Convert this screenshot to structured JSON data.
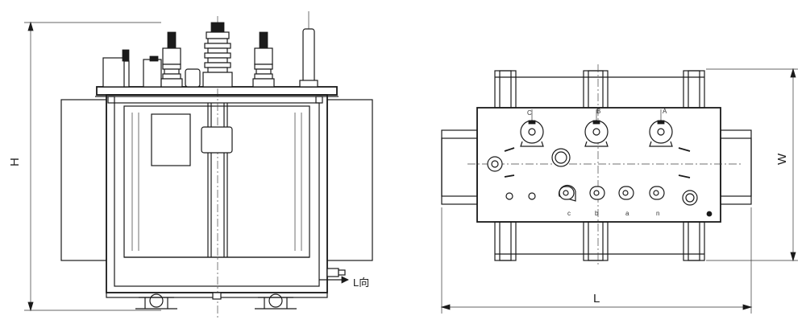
{
  "front_view": {
    "height_label": "H",
    "direction_label": "L向"
  },
  "top_view": {
    "length_label": "L",
    "width_label": "W",
    "hv_terminals": [
      "C",
      "B",
      "A"
    ],
    "lv_terminals": [
      "c",
      "b",
      "a",
      "n"
    ]
  }
}
